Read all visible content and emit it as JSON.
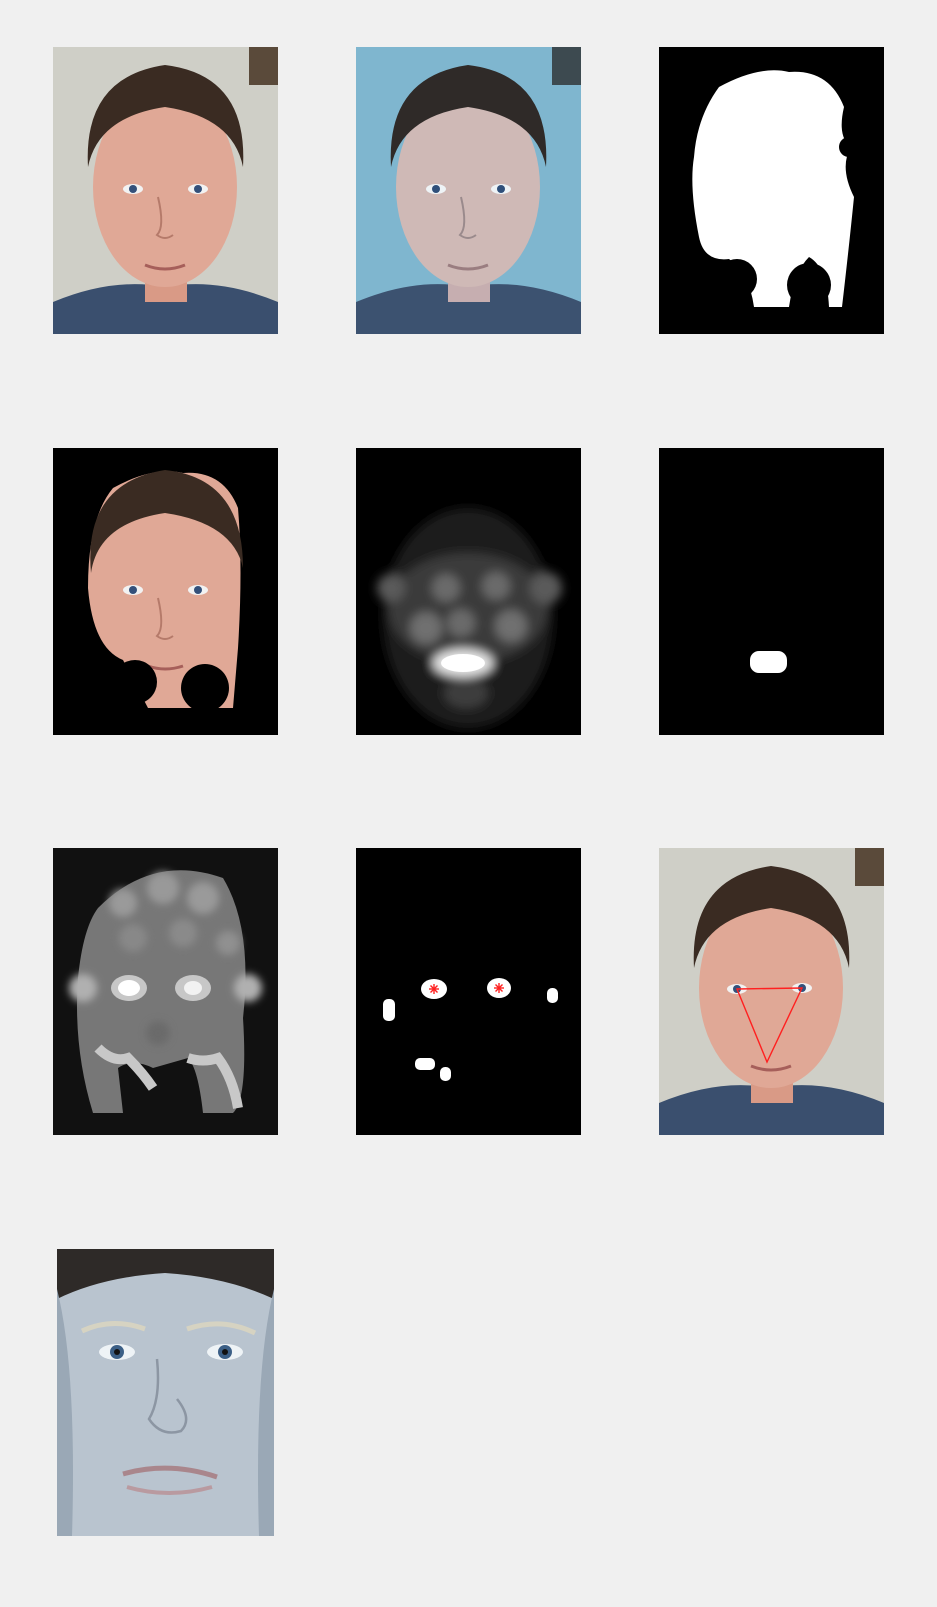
{
  "figure": {
    "background": "#f0f0f0",
    "panels": [
      {
        "id": "original",
        "kind": "color-photo",
        "colors": {
          "bg": "#cfcfc7",
          "skin": "#e0a896",
          "hair": "#3a2b22",
          "shirt": "#3a4f6e"
        }
      },
      {
        "id": "color-corrected",
        "kind": "color-photo",
        "colors": {
          "bg": "#7fb6cf",
          "skin": "#cfb9b6",
          "hair": "#2f2a28",
          "shirt": "#3c5270"
        }
      },
      {
        "id": "skin-mask",
        "kind": "binary-mask",
        "colors": {
          "fg": "#ffffff",
          "bg": "#000000"
        }
      },
      {
        "id": "masked-face",
        "kind": "masked-photo",
        "colors": {
          "bg": "#000000",
          "skin": "#e0a896",
          "hair": "#3a2b22"
        }
      },
      {
        "id": "mouth-map",
        "kind": "grayscale-map",
        "colors": {
          "bg": "#000000",
          "hot": "#ffffff"
        }
      },
      {
        "id": "mouth-mask",
        "kind": "binary-mask",
        "colors": {
          "fg": "#ffffff",
          "bg": "#000000"
        }
      },
      {
        "id": "eye-map",
        "kind": "grayscale-map",
        "colors": {
          "bg": "#111111",
          "hot": "#ffffff"
        }
      },
      {
        "id": "eye-candidates",
        "kind": "binary-mask",
        "colors": {
          "fg": "#ffffff",
          "bg": "#000000",
          "marker": "#ff2020"
        }
      },
      {
        "id": "detected-triangle",
        "kind": "color-photo",
        "colors": {
          "line": "#ff2020"
        }
      },
      {
        "id": "cropped-face",
        "kind": "color-photo",
        "colors": {
          "skin": "#b9c4cf",
          "hair": "#2e2a28"
        }
      }
    ]
  }
}
